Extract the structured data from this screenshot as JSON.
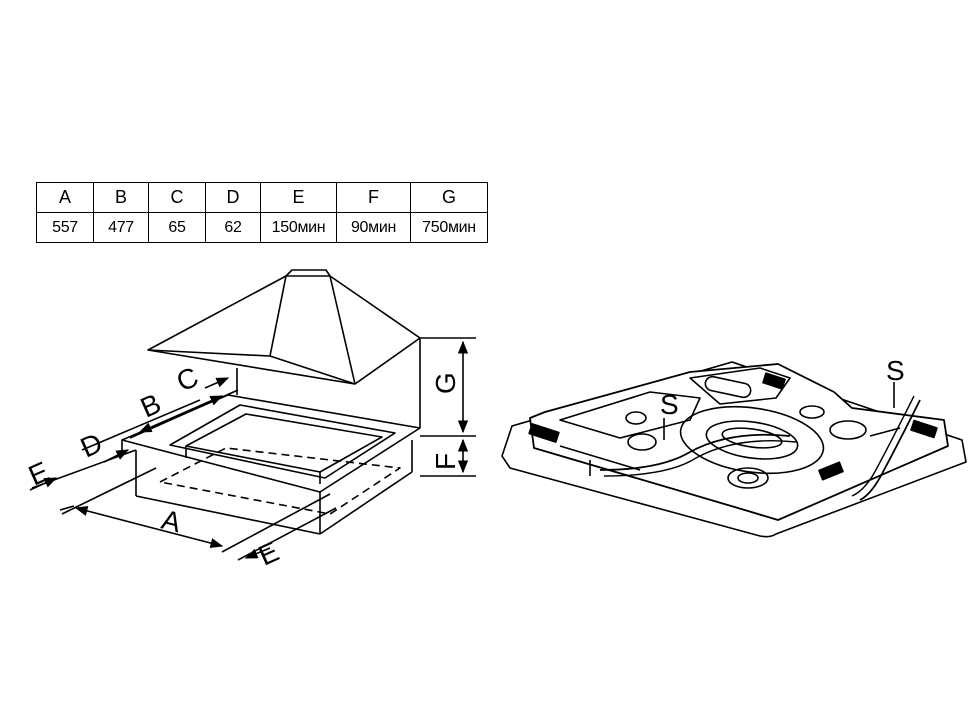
{
  "table": {
    "headers": [
      "A",
      "B",
      "C",
      "D",
      "E",
      "F",
      "G"
    ],
    "values": [
      "557",
      "477",
      "65",
      "62",
      "150мин",
      "90мин",
      "750мин"
    ]
  },
  "diagram_labels": {
    "a": "A",
    "b": "B",
    "c": "C",
    "d": "D",
    "e_left": "E",
    "e_right": "E",
    "f": "F",
    "g": "G",
    "s_left": "S",
    "s_right": "S"
  }
}
